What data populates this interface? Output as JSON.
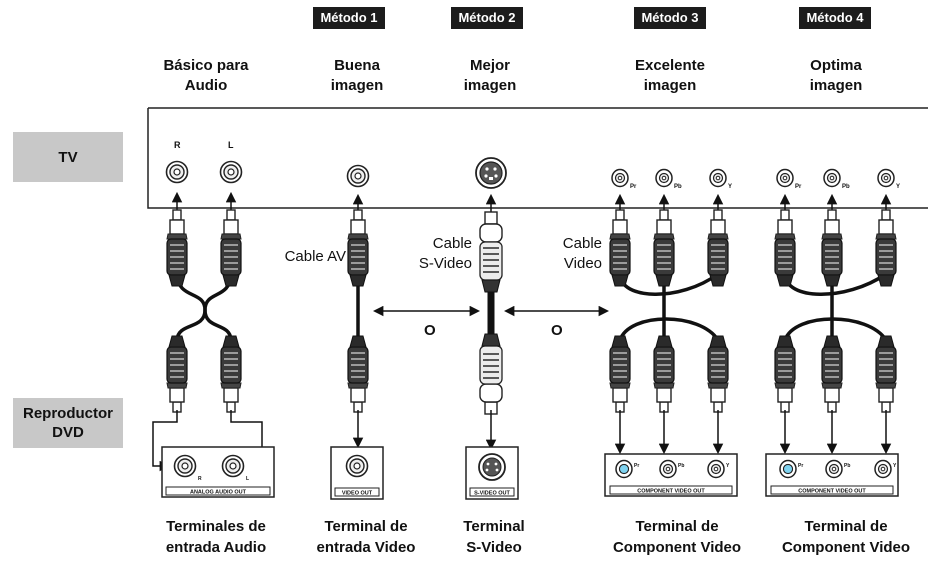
{
  "methods": [
    "Método 1",
    "Método 2",
    "Método 3",
    "Método 4"
  ],
  "columns": [
    {
      "title_line1": "Básico para",
      "title_line2": "Audio"
    },
    {
      "title_line1": "Buena",
      "title_line2": "imagen"
    },
    {
      "title_line1": "Mejor",
      "title_line2": "imagen"
    },
    {
      "title_line1": "Excelente",
      "title_line2": "imagen"
    },
    {
      "title_line1": "Optima",
      "title_line2": "imagen"
    }
  ],
  "side_labels": {
    "tv": "TV",
    "dvd_line1": "Reproductor",
    "dvd_line2": "DVD"
  },
  "tv_jacks": {
    "r": "R",
    "l": "L",
    "pr": "Pr",
    "pb": "Pb",
    "y": "Y"
  },
  "cables": {
    "av": "Cable AV",
    "svideo_line1": "Cable",
    "svideo_line2": "S-Video",
    "video_line1": "Cable",
    "video_line2": "Video"
  },
  "or_text": "O",
  "dvd_panels": {
    "analog": "ANALOG AUDIO OUT",
    "video": "VIDEO OUT",
    "svideo": "S-VIDEO OUT",
    "component": "COMPONENT VIDEO OUT",
    "r": "R",
    "l": "L",
    "pr": "Pr",
    "pb": "Pb",
    "y": "Y"
  },
  "bottom_labels": [
    {
      "line1": "Terminales de",
      "line2": "entrada Audio"
    },
    {
      "line1": "Terminal de",
      "line2": "entrada Video"
    },
    {
      "line1": "Terminal",
      "line2": "S-Video"
    },
    {
      "line1": "Terminal de",
      "line2": "Component Video"
    },
    {
      "line1": "Terminal de",
      "line2": "Component Video"
    }
  ],
  "colors": {
    "label_bg": "#c8c8c8",
    "method_bg": "#1c1c1c",
    "pr_accent": "#7fd3f0"
  }
}
